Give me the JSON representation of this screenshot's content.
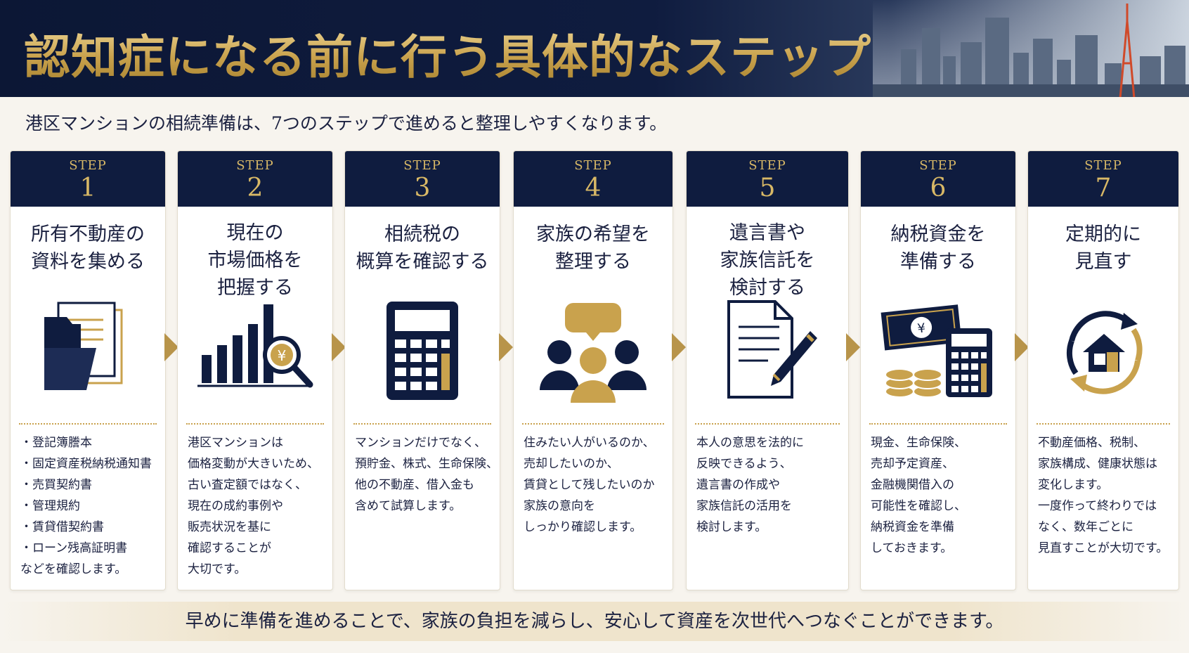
{
  "header": {
    "title": "認知症になる前に行う具体的なステップ",
    "subtitle": "港区マンションの相続準備は、7つのステップで進めると整理しやすくなります。"
  },
  "colors": {
    "navy": "#0f1c3f",
    "gold": "#c9a24d"
  },
  "steps": [
    {
      "label": "STEP",
      "number": "1",
      "title": [
        "所有不動産の",
        "資料を集める"
      ],
      "icon": "folder-documents-icon",
      "body": [
        "・登記簿謄本",
        "・固定資産税納税通知書",
        "・売買契約書",
        "・管理規約",
        "・賃貸借契約書",
        "・ローン残高証明書",
        "などを確認します。"
      ]
    },
    {
      "label": "STEP",
      "number": "2",
      "title": [
        "現在の",
        "市場価格を",
        "把握する"
      ],
      "icon": "bar-chart-magnifier-icon",
      "body": [
        "港区マンションは",
        "価格変動が大きいため、",
        "古い査定額ではなく、",
        "現在の成約事例や",
        "販売状況を基に",
        "確認することが",
        "大切です。"
      ]
    },
    {
      "label": "STEP",
      "number": "3",
      "title": [
        "相続税の",
        "概算を確認する"
      ],
      "icon": "calculator-icon",
      "body": [
        "マンションだけでなく、",
        "預貯金、株式、生命保険、",
        "他の不動産、借入金も",
        "含めて試算します。"
      ]
    },
    {
      "label": "STEP",
      "number": "4",
      "title": [
        "家族の希望を",
        "整理する"
      ],
      "icon": "family-discussion-icon",
      "body": [
        "住みたい人がいるのか、",
        "売却したいのか、",
        "賃貸として残したいのか",
        "家族の意向を",
        "しっかり確認します。"
      ]
    },
    {
      "label": "STEP",
      "number": "5",
      "title": [
        "遺言書や",
        "家族信託を",
        "検討する"
      ],
      "icon": "document-pen-icon",
      "body": [
        "本人の意思を法的に",
        "反映できるよう、",
        "遺言書の作成や",
        "家族信託の活用を",
        "検討します。"
      ]
    },
    {
      "label": "STEP",
      "number": "6",
      "title": [
        "納税資金を",
        "準備する"
      ],
      "icon": "money-calculator-icon",
      "body": [
        "現金、生命保険、",
        "売却予定資産、",
        "金融機関借入の",
        "可能性を確認し、",
        "納税資金を準備",
        "しておきます。"
      ]
    },
    {
      "label": "STEP",
      "number": "7",
      "title": [
        "定期的に",
        "見直す"
      ],
      "icon": "house-refresh-icon",
      "body": [
        "不動産価格、税制、",
        "家族構成、健康状態は",
        "変化します。",
        "一度作って終わりでは",
        "なく、数年ごとに",
        "見直すことが大切です。"
      ]
    }
  ],
  "footer": {
    "text": "早めに準備を進めることで、家族の負担を減らし、安心して資産を次世代へつなぐことができます。"
  }
}
